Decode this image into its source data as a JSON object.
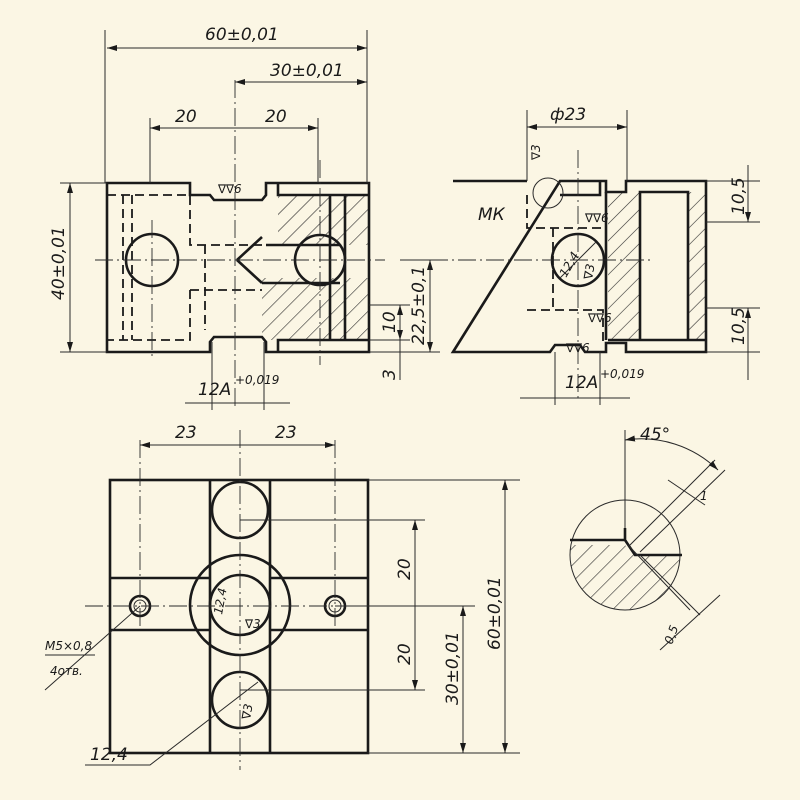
{
  "front_view": {
    "dim_overall_width": "60±0,01",
    "dim_half_width": "30±0,01",
    "dim_left_20": "20",
    "dim_right_20": "20",
    "roughness_top": "∇∇6",
    "dim_height": "40±0,01",
    "dim_center_height": "22,5±0,1",
    "dim_10": "10",
    "dim_3": "3",
    "dim_slot": "12A",
    "dim_slot_tol": "+0,019"
  },
  "side_view": {
    "dim_diameter": "ф23",
    "roughness_3": "∇3",
    "label_mk": "МК",
    "hole_dia": "12,4",
    "hole_roughness": "∇3",
    "roughness_upper": "∇∇6",
    "roughness_lower": "∇∇6",
    "roughness_bottom": "∇∇6",
    "dim_top_10_5": "10,5",
    "dim_bottom_10_5": "10,5",
    "dim_slot": "12A",
    "dim_slot_tol": "+0,019"
  },
  "top_view": {
    "dim_left_23": "23",
    "dim_right_23": "23",
    "dim_upper_20": "20",
    "dim_lower_20": "20",
    "dim_30": "30±0,01",
    "dim_60": "60±0,01",
    "center_hole_dia": "12,4",
    "center_hole_roughness": "∇3",
    "bottom_hole_roughness": "∇3",
    "thread_label": "М5×0,8",
    "thread_count": "4отв.",
    "hole_dia_leader": "12,4"
  },
  "detail_view": {
    "angle": "45°",
    "dim_1": "1",
    "dim_0_5": "0,5"
  }
}
